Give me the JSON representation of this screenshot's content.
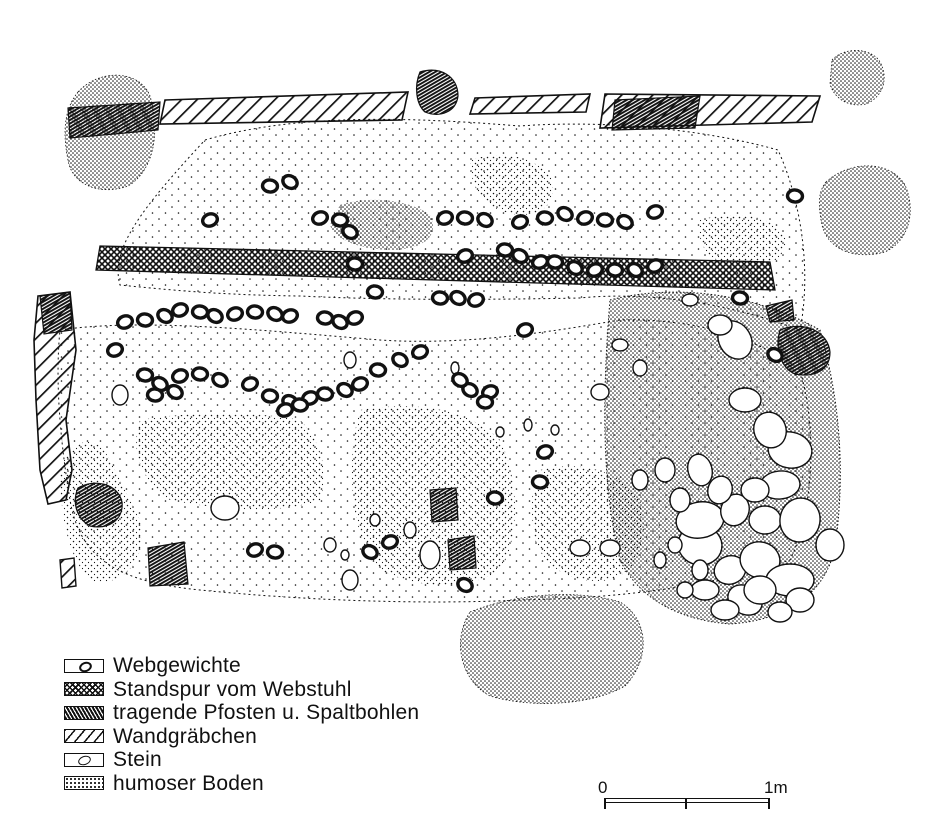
{
  "plan": {
    "legend": [
      {
        "key": "webgewichte",
        "label": "Webgewichte",
        "pattern": "loom-weight-ring"
      },
      {
        "key": "standspur",
        "label": "Standspur vom Webstuhl",
        "pattern": "crosshatch"
      },
      {
        "key": "pfosten",
        "label": "tragende  Pfosten u. Spaltbohlen",
        "pattern": "dense-diagonal-hatch"
      },
      {
        "key": "wandgraebchen",
        "label": "Wandgräbchen",
        "pattern": "open-diagonal-hatch"
      },
      {
        "key": "stein",
        "label": "Stein",
        "pattern": "outlined-stone"
      },
      {
        "key": "boden",
        "label": "humoser Boden",
        "pattern": "stipple"
      }
    ],
    "scale": {
      "start_label": "0",
      "end_label": "1m"
    },
    "colors": {
      "ink": "#111111",
      "paper": "#ffffff"
    }
  }
}
